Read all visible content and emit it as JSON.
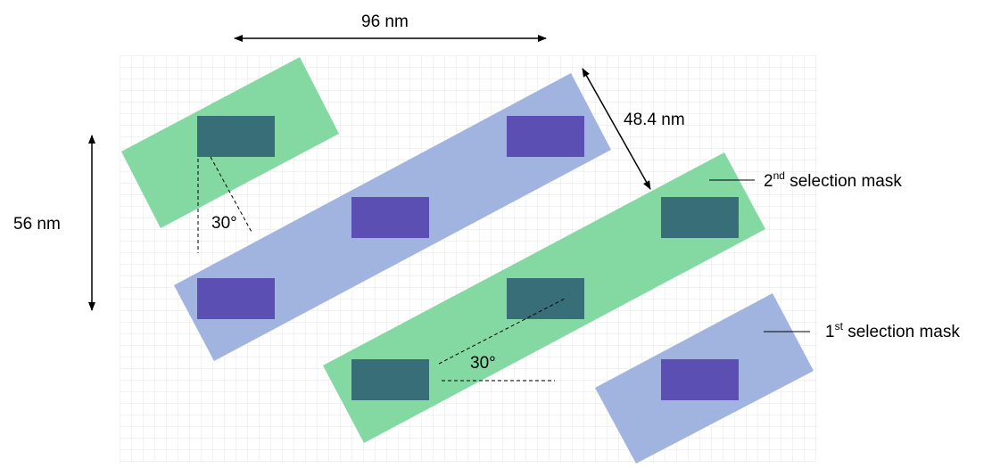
{
  "labels": {
    "pitch_horizontal": "96 nm",
    "pitch_vertical": "56 nm",
    "stripe_pitch": "48.4 nm",
    "angle_upper": "30°",
    "angle_lower": "30°",
    "second_mask": {
      "ordinal": "2",
      "suffix": "nd",
      "text": " selection mask"
    },
    "first_mask": {
      "ordinal": "1",
      "suffix": "st",
      "text": " selection mask"
    }
  },
  "colors": {
    "grid_line": "#e6e6e6",
    "first_mask_fill": "#a1b4e0",
    "second_mask_fill": "#84d9a3",
    "via_on_first_mask": "#5c4fb4",
    "via_on_second_mask": "#386e77",
    "annotation_line": "#000000"
  }
}
